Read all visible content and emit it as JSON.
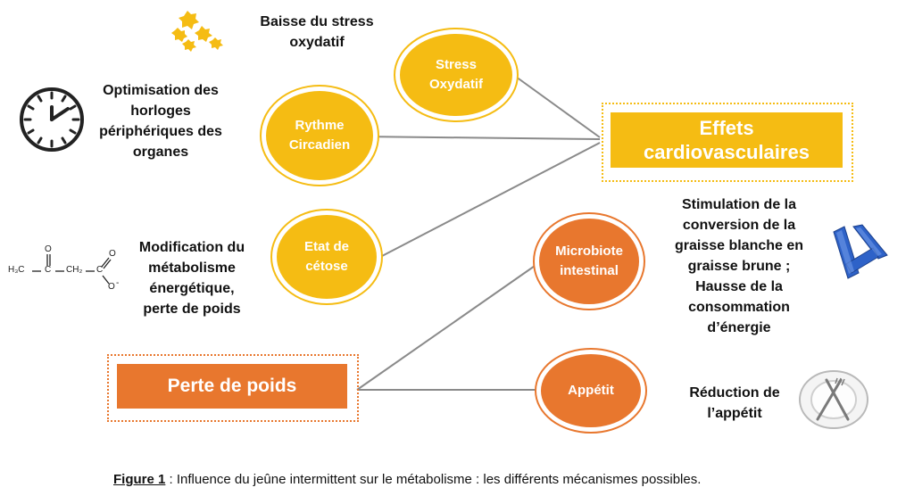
{
  "colors": {
    "yellow": "#f5bc13",
    "orange": "#e8772e",
    "line": "#8a8a8a",
    "blue": "#2e62c8"
  },
  "nodes": {
    "stress": "Stress\nOxydatif",
    "rythme": "Rythme\nCircadien",
    "cetose": "Etat de\ncétose",
    "microbiote": "Microbiote\nintestinal",
    "appetit": "Appétit"
  },
  "boxes": {
    "effets": "Effets\ncardiovasculaires",
    "perte": "Perte de poids"
  },
  "labels": {
    "stress": "Baisse du stress\noxydatif",
    "horloges": "Optimisation des\nhorloges\npériphériques des\norganes",
    "metabolisme": "Modification du\nmétabolisme\nénergétique,\nperte de poids",
    "graisse": "Stimulation de la\nconversion de la\ngraisse blanche en\ngraisse brune ;\nHausse de la\nconsommation\nd’énergie",
    "appetit": "Réduction de\nl’appétit"
  },
  "molecule": {
    "h3c": "H₃C",
    "c1": "C",
    "ch2": "CH₂",
    "c2": "C",
    "o1": "O",
    "o2": "O",
    "o3": "O",
    "minus": "-"
  },
  "caption": {
    "figure": "Figure 1",
    "text": " : Influence du jeûne intermittent sur le métabolisme : les différents mécanismes possibles."
  },
  "icons": [
    "sparkle-icon",
    "clock-icon",
    "acetoacetate-molecule-icon",
    "fat-cells-icon",
    "plate-icon"
  ]
}
